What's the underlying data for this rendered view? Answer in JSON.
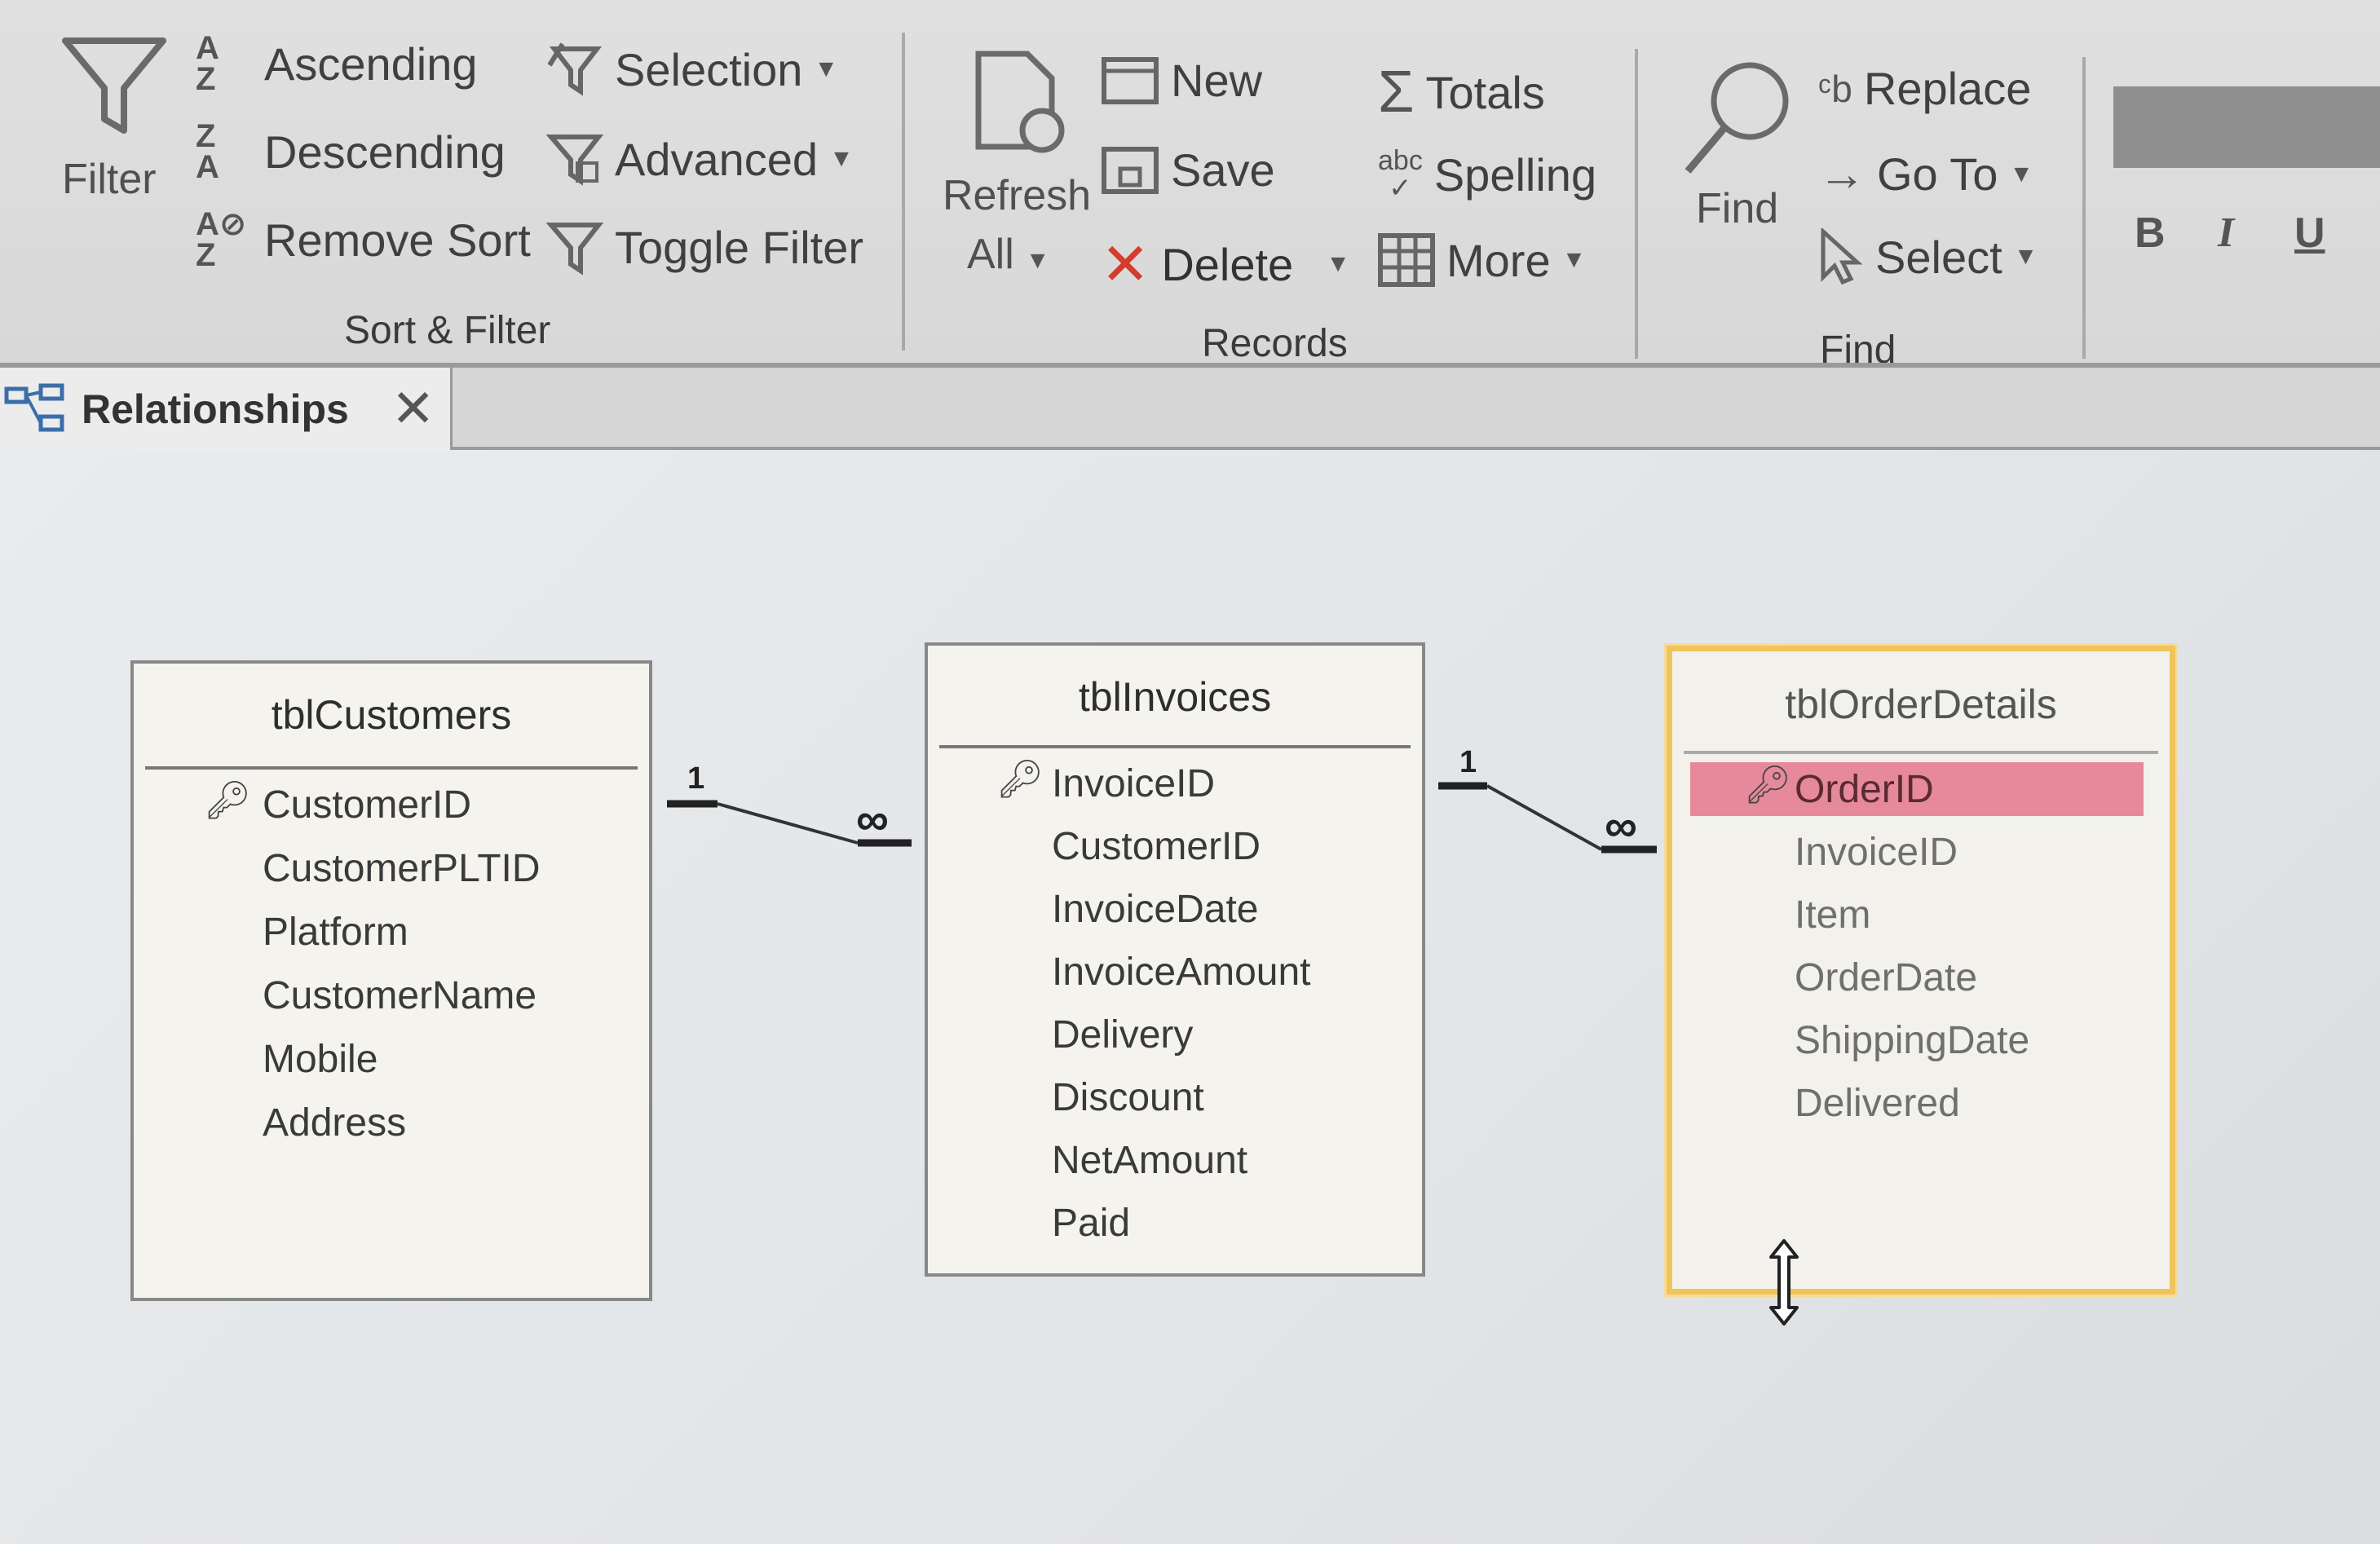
{
  "ribbon": {
    "sort_filter": {
      "filter_label": "Filter",
      "ascending": "Ascending",
      "descending": "Descending",
      "remove_sort": "Remove Sort",
      "selection": "Selection",
      "advanced": "Advanced",
      "toggle_filter": "Toggle Filter",
      "group_label": "Sort & Filter"
    },
    "records": {
      "refresh": "Refresh",
      "refresh_all": "All",
      "new": "New",
      "save": "Save",
      "delete": "Delete",
      "totals": "Totals",
      "spelling": "Spelling",
      "more": "More",
      "group_label": "Records"
    },
    "find": {
      "find": "Find",
      "replace": "Replace",
      "go_to": "Go To",
      "select": "Select",
      "group_label": "Find"
    },
    "formatting": {
      "bold": "B",
      "italic": "I",
      "underline": "U"
    }
  },
  "tab": {
    "label": "Relationships"
  },
  "tables": [
    {
      "name": "tblCustomers",
      "fields": [
        "CustomerID",
        "CustomerPLTID",
        "Platform",
        "CustomerName",
        "Mobile",
        "Address"
      ],
      "primary_key": "CustomerID"
    },
    {
      "name": "tblInvoices",
      "fields": [
        "InvoiceID",
        "CustomerID",
        "InvoiceDate",
        "InvoiceAmount",
        "Delivery",
        "Discount",
        "NetAmount",
        "Paid"
      ],
      "primary_key": "InvoiceID"
    },
    {
      "name": "tblOrderDetails",
      "fields": [
        "OrderID",
        "InvoiceID",
        "Item",
        "OrderDate",
        "ShippingDate",
        "Delivered"
      ],
      "primary_key": "OrderID",
      "selected_field": "OrderID"
    }
  ],
  "relationships": [
    {
      "from": "tblCustomers",
      "to": "tblInvoices",
      "one_label": "1",
      "many_label": "∞"
    },
    {
      "from": "tblInvoices",
      "to": "tblOrderDetails",
      "one_label": "1",
      "many_label": "∞"
    }
  ],
  "colors": {
    "selection": "#e6899a",
    "selected_table_border": "#f0c45a"
  },
  "icons": [
    "filter-icon",
    "sort-ascending-icon",
    "sort-descending-icon",
    "remove-sort-icon",
    "selection-filter-icon",
    "advanced-filter-icon",
    "toggle-filter-icon",
    "refresh-icon",
    "new-record-icon",
    "save-icon",
    "delete-icon",
    "totals-icon",
    "spelling-icon",
    "more-icon",
    "find-icon",
    "replace-icon",
    "go-to-icon",
    "select-icon",
    "relationships-icon",
    "close-icon",
    "key-icon",
    "resize-cursor-icon"
  ]
}
